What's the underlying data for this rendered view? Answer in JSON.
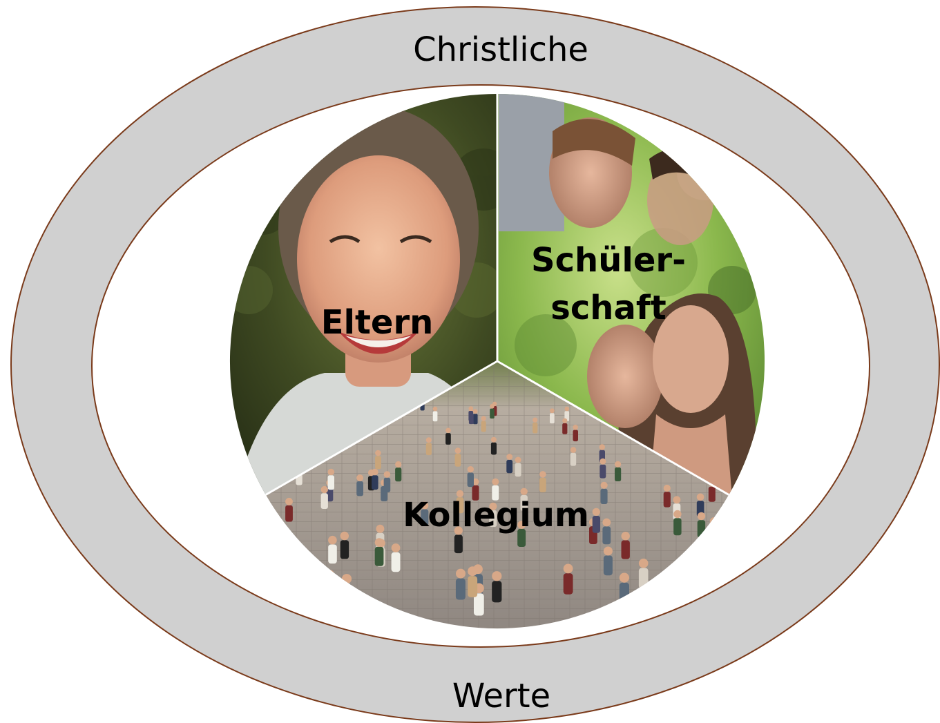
{
  "ring": {
    "top_label": "Christliche",
    "bottom_label": "Werte"
  },
  "segments": [
    {
      "id": "eltern",
      "label": "Eltern"
    },
    {
      "id": "schuelerschaft",
      "label_line1": "Schüler-",
      "label_line2": "schaft"
    },
    {
      "id": "kollegium",
      "label": "Kollegium"
    }
  ],
  "colors": {
    "ring_fill": "#d0d0d0",
    "ring_stroke": "#7a3a1a",
    "inner_fill": "#ffffff",
    "divider": "#ffffff"
  }
}
